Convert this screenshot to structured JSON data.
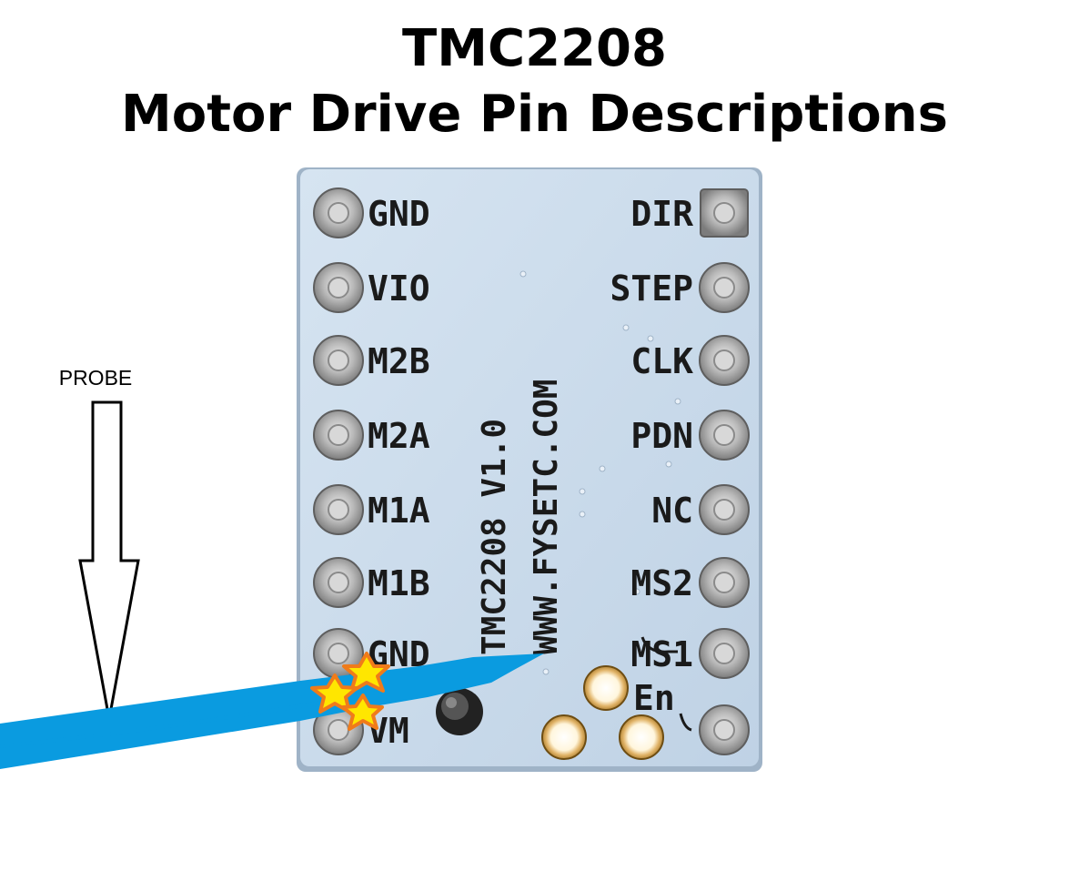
{
  "title": {
    "line1": "TMC2208",
    "line2": "Motor Drive Pin Descriptions"
  },
  "probe": {
    "label": "PROBE"
  },
  "board": {
    "silkscreen_model": "TMC2208 V1.0",
    "silkscreen_url": "WWW.FYSETC.COM",
    "left_pins": [
      "GND",
      "VIO",
      "M2B",
      "M2A",
      "M1A",
      "M1B",
      "GND",
      "VM"
    ],
    "right_pins": [
      "DIR",
      "STEP",
      "CLK",
      "PDN",
      "NC",
      "MS2",
      "MS1",
      ""
    ],
    "jumper_label": "En"
  },
  "colors": {
    "board": "#c9daea",
    "board_edge": "#a7bcd0",
    "pad": "#b5b5b5",
    "probe_tip": "#0a9be0",
    "spark_fill": "#ffe600",
    "spark_edge": "#f07b1a",
    "gold_pad": "#d4a656"
  }
}
